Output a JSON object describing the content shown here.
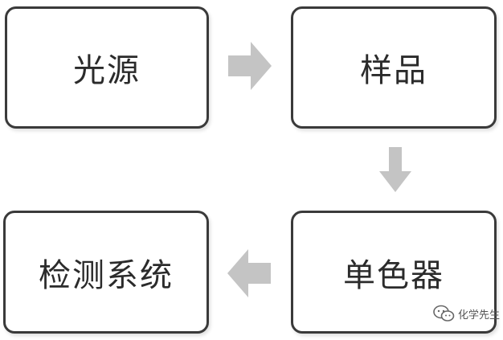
{
  "diagram": {
    "nodes": [
      {
        "id": "light_source",
        "label": "光源"
      },
      {
        "id": "sample",
        "label": "样品"
      },
      {
        "id": "monochromator",
        "label": "单色器"
      },
      {
        "id": "detection_system",
        "label": "检测系统"
      }
    ],
    "edges": [
      {
        "from": "light_source",
        "to": "sample",
        "direction": "right"
      },
      {
        "from": "sample",
        "to": "monochromator",
        "direction": "down"
      },
      {
        "from": "monochromator",
        "to": "detection_system",
        "direction": "left"
      }
    ],
    "colors": {
      "box_border": "#3a3a3a",
      "text": "#2b2b2b",
      "arrow": "#c4c4c4"
    }
  },
  "watermark": {
    "text": "化学先生",
    "icon": "wechat-icon"
  }
}
